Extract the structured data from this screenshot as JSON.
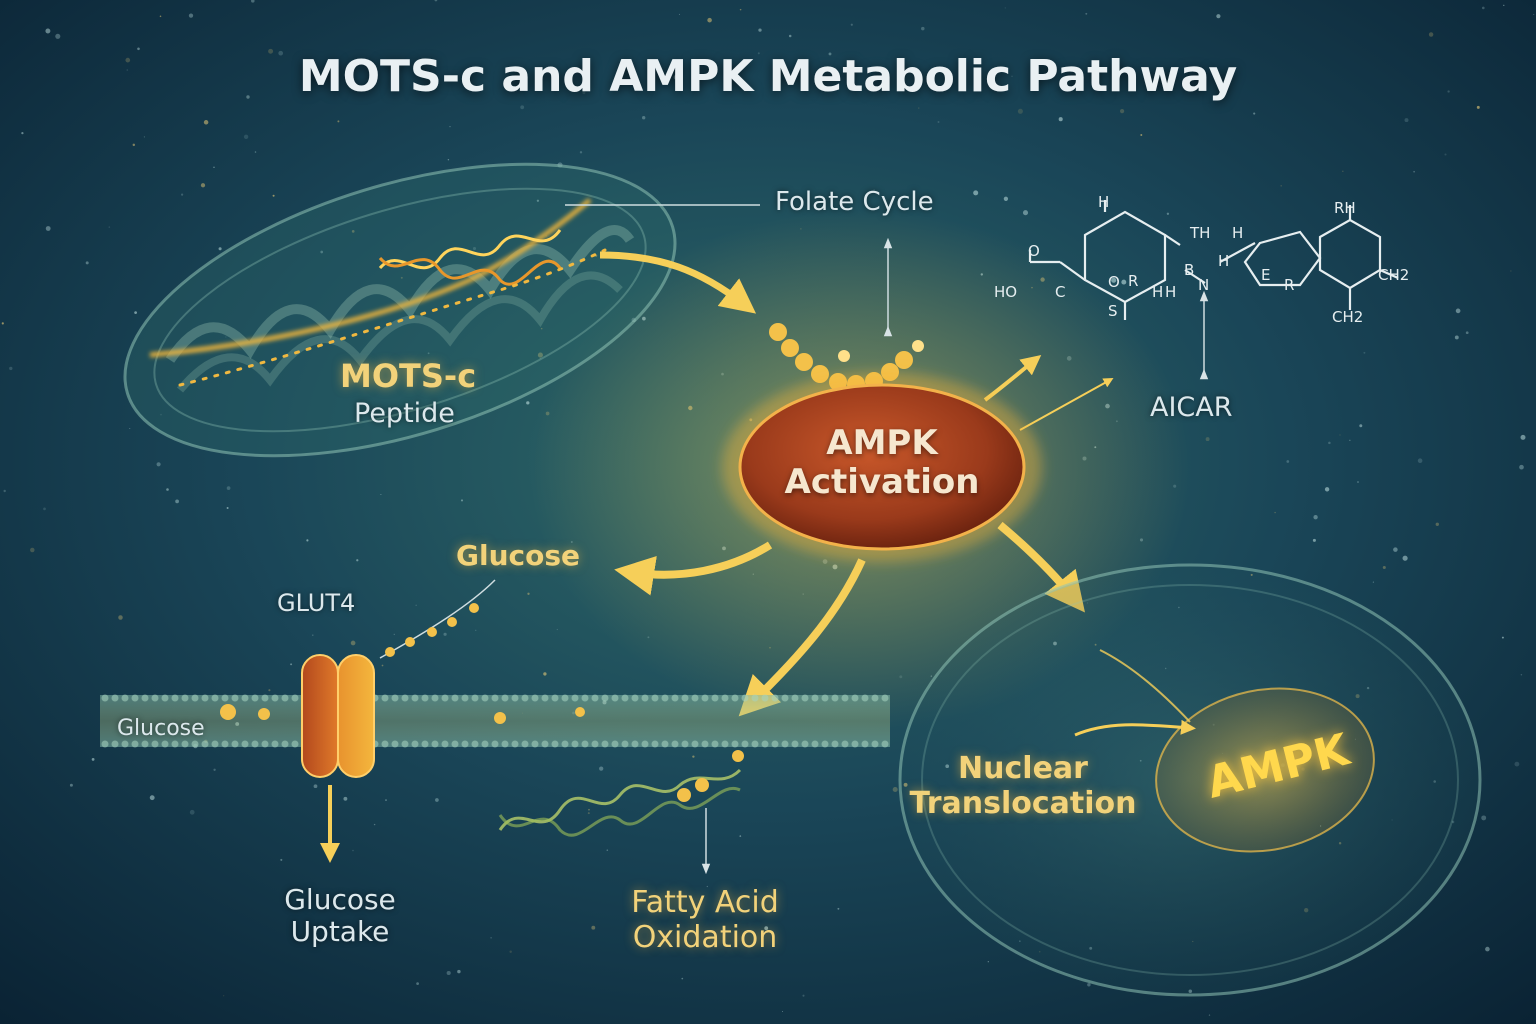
{
  "title": "MOTS-c and AMPK Metabolic Pathway",
  "labels": {
    "mots_c_line1": "MOTS-c",
    "mots_c_line2": "Peptide",
    "folate_cycle": "Folate Cycle",
    "ampk_line1": "AMPK",
    "ampk_line2": "Activation",
    "aicar": "AICAR",
    "glucose_top": "Glucose",
    "glut4": "GLUT4",
    "glucose_membrane": "Glucose",
    "glucose_uptake_line1": "Glucose",
    "glucose_uptake_line2": "Uptake",
    "fatty_acid_line1": "Fatty Acid",
    "fatty_acid_line2": "Oxidation",
    "nuclear_line1": "Nuclear",
    "nuclear_line2": "Translocation",
    "nucleus_text": "AMPK"
  },
  "molecule_atoms": [
    "H",
    "O",
    "HO",
    "C",
    "O",
    "S",
    "R",
    "H",
    "H",
    "B",
    "N",
    "TH",
    "H",
    "H",
    "E",
    "R",
    "RH",
    "CH2",
    "CH2"
  ],
  "colors": {
    "background": "#0d2b3e",
    "gold": "#f2c14e",
    "ampk_fill": "#a8421f",
    "pale_text": "#dce8ec"
  }
}
